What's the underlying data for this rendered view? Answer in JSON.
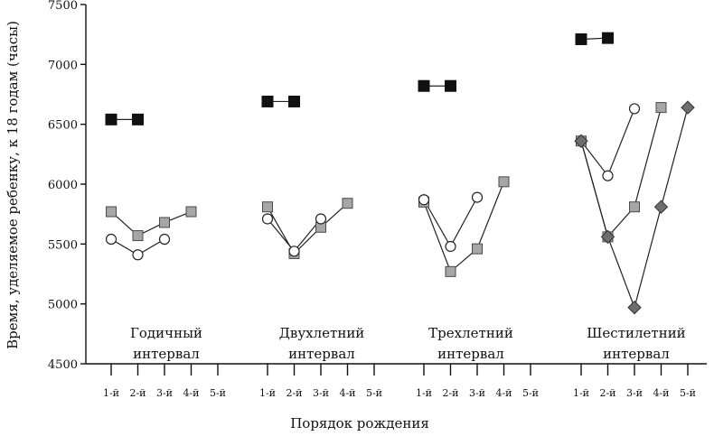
{
  "chart_data": {
    "type": "line",
    "ylabel": "Время, уделяемое ребенку, к 18 годам (часы)",
    "xlabel": "Порядок рождения",
    "ylim": [
      4500,
      7500
    ],
    "yticks": [
      4500,
      5000,
      5500,
      6000,
      6500,
      7000,
      7500
    ],
    "categories": [
      "1-й",
      "2-й",
      "3-й",
      "4-й",
      "5-й"
    ],
    "grid": false,
    "groups": [
      {
        "label_line1": "Годичный",
        "label_line2": "интервал",
        "series": [
          {
            "marker": "filled-square",
            "values": [
              6540,
              6540,
              null,
              null,
              null
            ]
          },
          {
            "marker": "gray-square",
            "values": [
              5770,
              5570,
              5680,
              5770,
              null
            ]
          },
          {
            "marker": "open-circle",
            "values": [
              5540,
              5410,
              5540,
              null,
              null
            ]
          }
        ]
      },
      {
        "label_line1": "Двухлетний",
        "label_line2": "интервал",
        "series": [
          {
            "marker": "filled-square",
            "values": [
              6690,
              6690,
              null,
              null,
              null
            ]
          },
          {
            "marker": "gray-square",
            "values": [
              5810,
              5420,
              5640,
              5840,
              null
            ]
          },
          {
            "marker": "open-circle",
            "values": [
              5710,
              5440,
              5710,
              null,
              null
            ]
          }
        ]
      },
      {
        "label_line1": "Трехлетний",
        "label_line2": "интервал",
        "series": [
          {
            "marker": "filled-square",
            "values": [
              6820,
              6820,
              null,
              null,
              null
            ]
          },
          {
            "marker": "gray-square",
            "values": [
              5850,
              5270,
              5460,
              6020,
              null
            ]
          },
          {
            "marker": "open-circle",
            "values": [
              5870,
              5480,
              5890,
              null,
              null
            ]
          }
        ]
      },
      {
        "label_line1": "Шестилетний",
        "label_line2": "интервал",
        "series": [
          {
            "marker": "filled-square",
            "values": [
              7210,
              7220,
              null,
              null,
              null
            ]
          },
          {
            "marker": "open-circle",
            "values": [
              6360,
              6070,
              6630,
              null,
              null
            ]
          },
          {
            "marker": "gray-square",
            "values": [
              6360,
              5560,
              5810,
              6640,
              null
            ]
          },
          {
            "marker": "gray-diamond",
            "values": [
              6360,
              5560,
              4970,
              5810,
              6640
            ]
          }
        ]
      }
    ]
  }
}
